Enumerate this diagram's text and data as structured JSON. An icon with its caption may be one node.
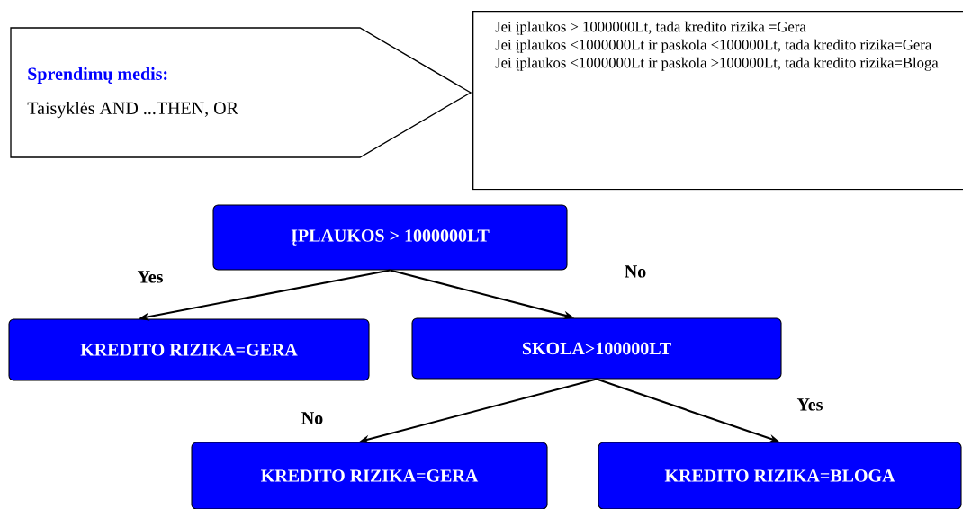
{
  "diagram": {
    "nodes": [
      {
        "text": [
          "**Sprendimų medis**:",
          "Taisyklės AND ...THEN, OR"
        ]
      },
      {
        "text": [
          "Jei įplaukos > 1000000Lt, tada kredito rizika =Gera",
          "Jei įplaukos <1000000Lt ir paskola <100000Lt, tada kredito rizika=Gera",
          "Jei įplaukos <1000000Lt ir paskola >100000Lt, tada kredito rizika=Bloga"
        ]
      },
      {
        "text": [
          "ĮPLAUKOS > 1000000LT"
        ]
      },
      {
        "text": [
          "KREDITO RIZIKA=GERA"
        ]
      },
      {
        "text": [
          "SKOLA>100000LT"
        ]
      },
      {
        "text": [
          "KREDITO RIZIKA=GERA"
        ]
      },
      {
        "text": [
          "KREDITO RIZIKA=BLOGA"
        ]
      }
    ],
    "edges": [
      {
        "from": 2,
        "to": 3,
        "arrow": "to",
        "label": "Yes"
      },
      {
        "from": 2,
        "to": 4,
        "arrow": "to",
        "label": "No"
      },
      {
        "from": 4,
        "to": 5,
        "arrow": "to",
        "label": "No"
      },
      {
        "from": 4,
        "to": 6,
        "arrow": "to",
        "label": "Yes"
      }
    ]
  }
}
